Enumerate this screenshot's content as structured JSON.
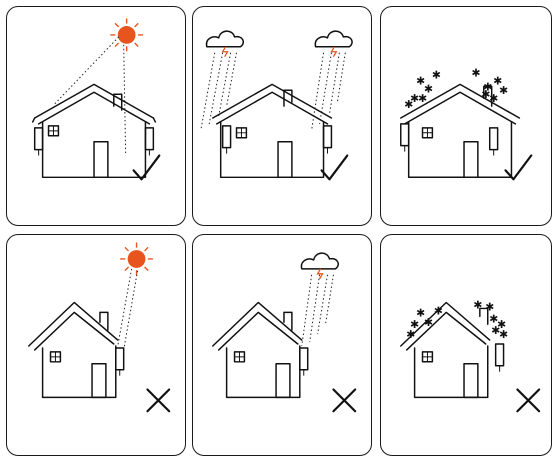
{
  "colors": {
    "sun": "#e8541e",
    "line": "#111111",
    "rain": "#222222"
  },
  "panels": [
    {
      "id": "sun-side-mounted",
      "weather": "sun",
      "mount": "side",
      "verdict": "check"
    },
    {
      "id": "rain-side-mounted",
      "weather": "rain",
      "mount": "side",
      "verdict": "check"
    },
    {
      "id": "snow-side-mounted",
      "weather": "snow",
      "mount": "side",
      "verdict": "check"
    },
    {
      "id": "sun-front-exposed",
      "weather": "sun",
      "mount": "front",
      "verdict": "cross"
    },
    {
      "id": "rain-front-exposed",
      "weather": "rain",
      "mount": "front",
      "verdict": "cross"
    },
    {
      "id": "snow-front-exposed",
      "weather": "snow",
      "mount": "front",
      "verdict": "cross"
    }
  ],
  "icons": [
    "sun-icon",
    "rain-cloud-icon",
    "snow-icon",
    "house-icon",
    "checkmark-icon",
    "cross-icon"
  ]
}
